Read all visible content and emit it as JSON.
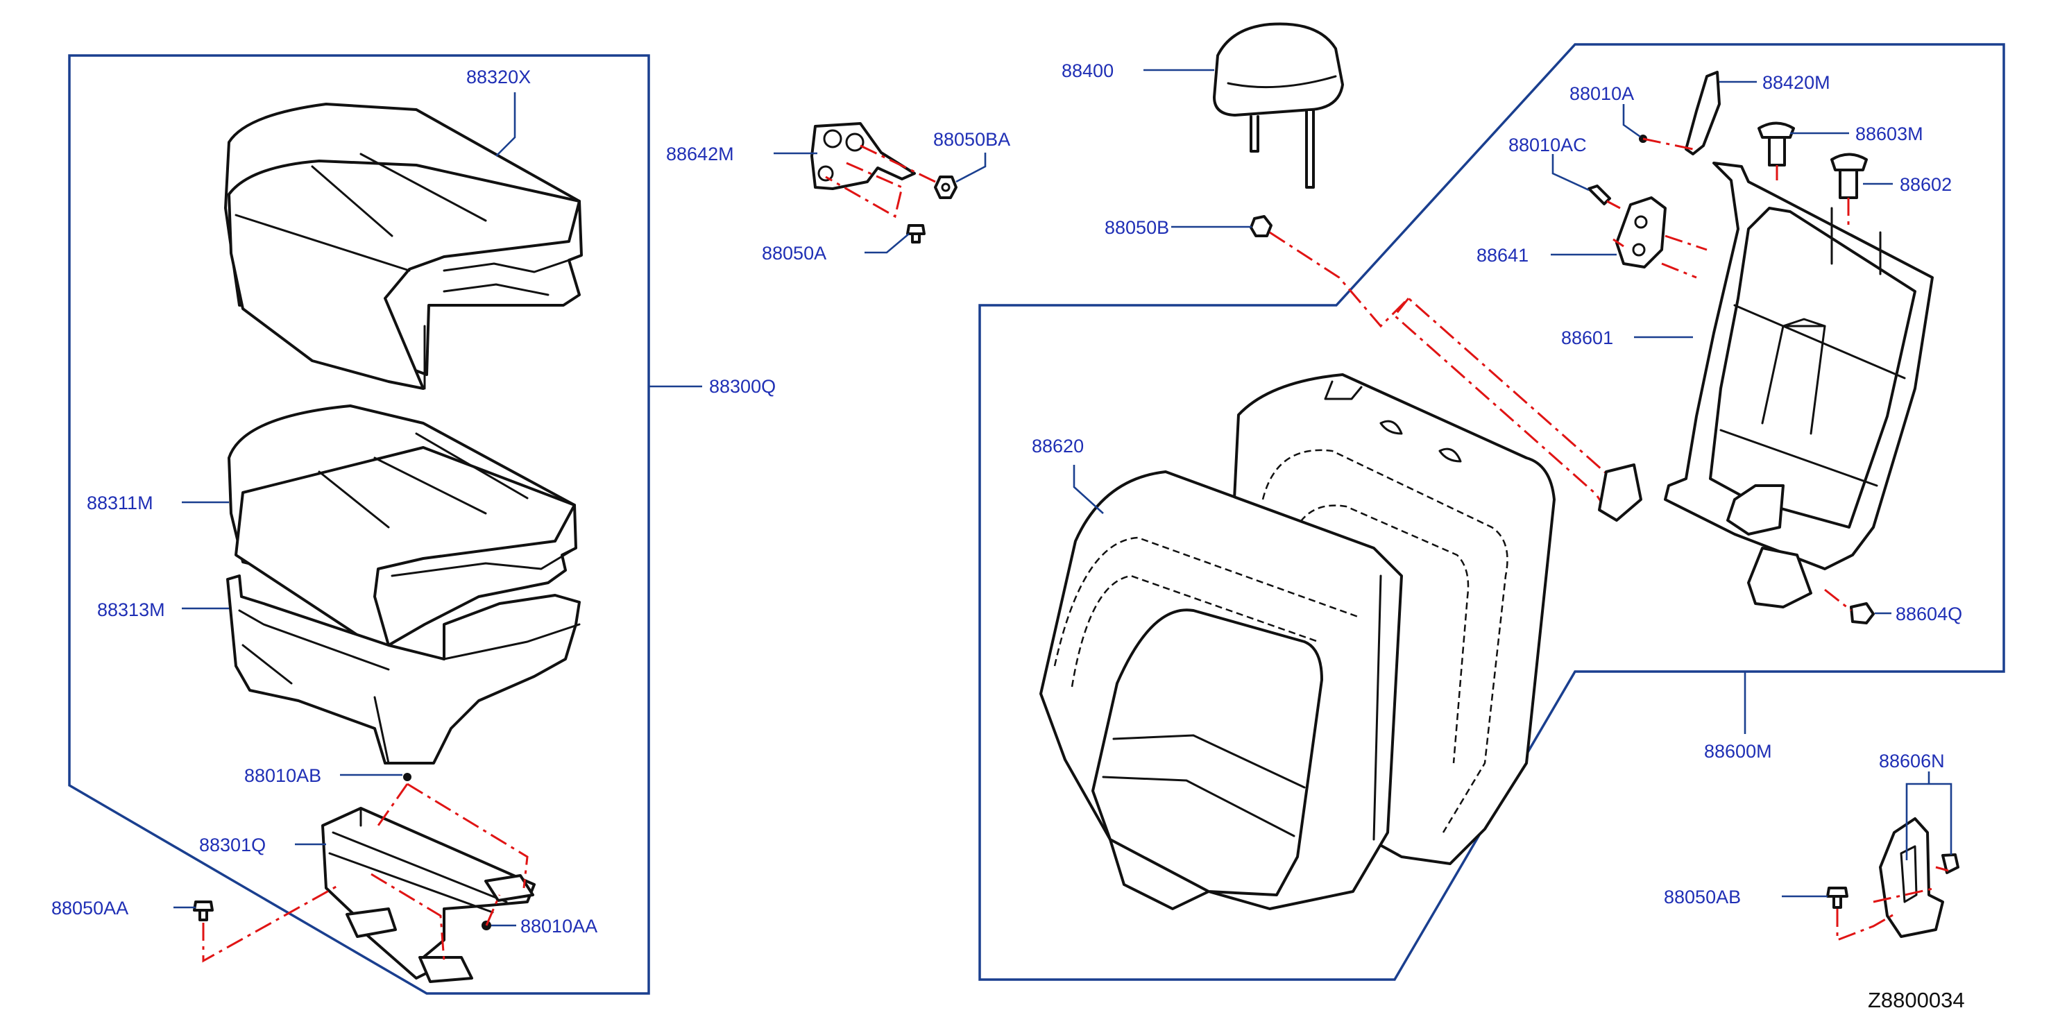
{
  "diagram": {
    "code": "Z8800034",
    "labels": {
      "p88320X": "88320X",
      "p88300Q": "88300Q",
      "p88311M": "88311M",
      "p88313M": "88313M",
      "p88010AB": "88010AB",
      "p88301Q": "88301Q",
      "p88050AA": "88050AA",
      "p88010AA": "88010AA",
      "p88642M": "88642M",
      "p88050BA": "88050BA",
      "p88050A": "88050A",
      "p88400": "88400",
      "p88050B": "88050B",
      "p88620": "88620",
      "p88010A": "88010A",
      "p88420M": "88420M",
      "p88010AC": "88010AC",
      "p88603M": "88603M",
      "p88602": "88602",
      "p88641": "88641",
      "p88601": "88601",
      "p88604Q": "88604Q",
      "p88600M": "88600M",
      "p88606N": "88606N",
      "p88050AB": "88050AB"
    }
  }
}
